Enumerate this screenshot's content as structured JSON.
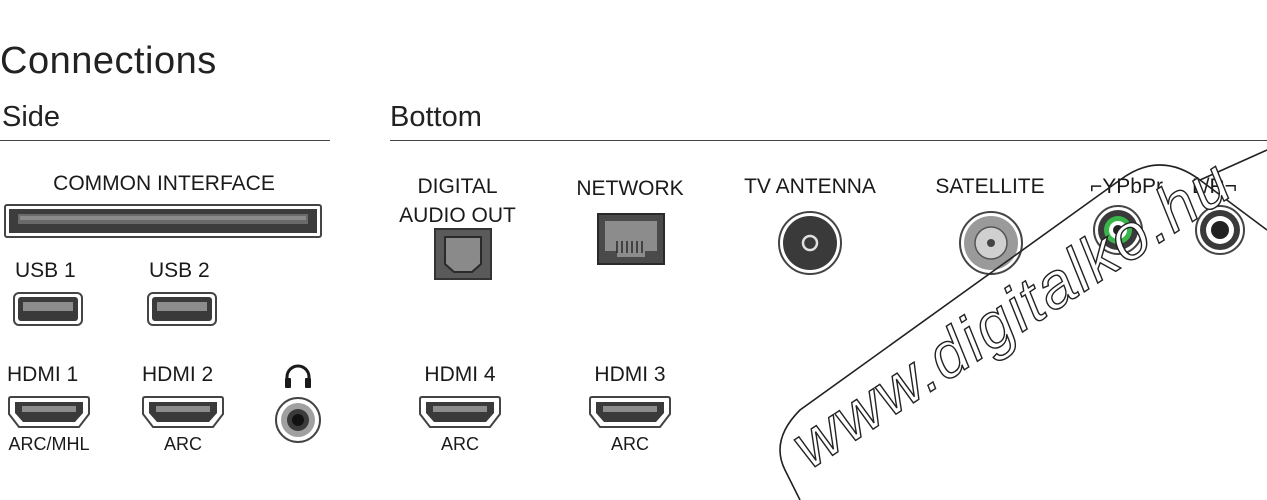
{
  "page": {
    "title": "Connections"
  },
  "side": {
    "heading": "Side",
    "common_interface_label": "COMMON INTERFACE",
    "usb1_label": "USB 1",
    "usb2_label": "USB 2",
    "hdmi1_label": "HDMI 1",
    "hdmi1_sub": "ARC/MHL",
    "hdmi2_label": "HDMI 2",
    "hdmi2_sub": "ARC",
    "headphone_icon": "headphones-icon"
  },
  "bottom": {
    "heading": "Bottom",
    "digital_audio_label_line1": "DIGITAL",
    "digital_audio_label_line2": "AUDIO OUT",
    "network_label": "NETWORK",
    "tv_antenna_label": "TV ANTENNA",
    "satellite_label": "SATELLITE",
    "ypbpr_label": "⌐YPbPr",
    "lr_label": "L/R¬",
    "hdmi4_label": "HDMI 4",
    "hdmi4_sub": "ARC",
    "hdmi3_label": "HDMI 3",
    "hdmi3_sub": "ARC"
  },
  "watermark": {
    "text": "www.digitalko.hu"
  },
  "colors": {
    "ypbpr_green": "#39b54a",
    "port_dark": "#3a3a3a",
    "port_grey": "#9a9a9a"
  }
}
